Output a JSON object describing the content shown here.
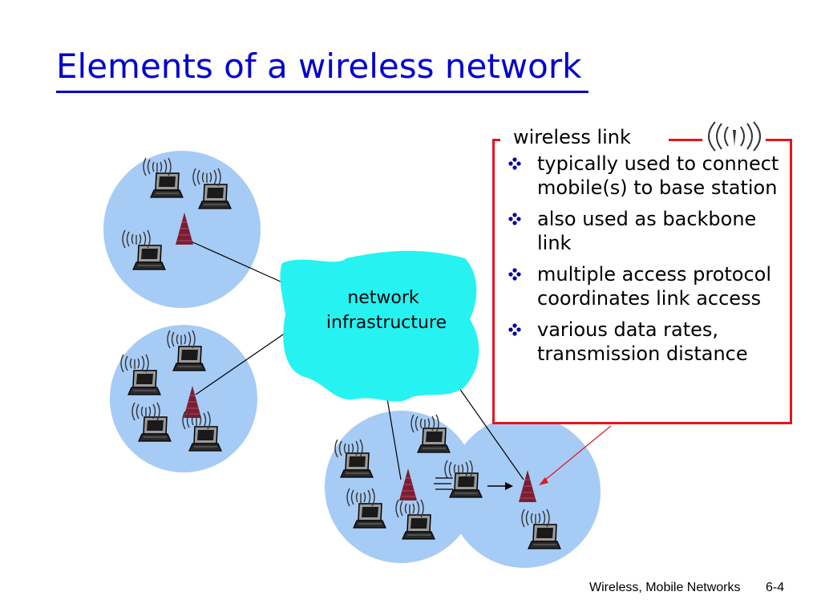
{
  "slide": {
    "title": "Elements of a wireless network",
    "footer_label": "Wireless, Mobile Networks",
    "page_number": "6-4"
  },
  "diagram": {
    "cloud_label_line1": "network",
    "cloud_label_line2": "infrastructure"
  },
  "callout": {
    "heading": "wireless link",
    "bullets": [
      "typically used to connect mobile(s) to base station",
      "also used as backbone link",
      "multiple access protocol coordinates link access",
      "various data rates, transmission distance"
    ]
  },
  "colors": {
    "title": "#0000cc",
    "cell": "#a6cbf5",
    "cloud": "#26f2f2",
    "base_station": "#7a1e33",
    "callout_border": "#e4141e"
  },
  "icons": [
    "laptop-icon",
    "wireless-signal-icon",
    "base-station-icon",
    "bullet-diamond-icon"
  ]
}
